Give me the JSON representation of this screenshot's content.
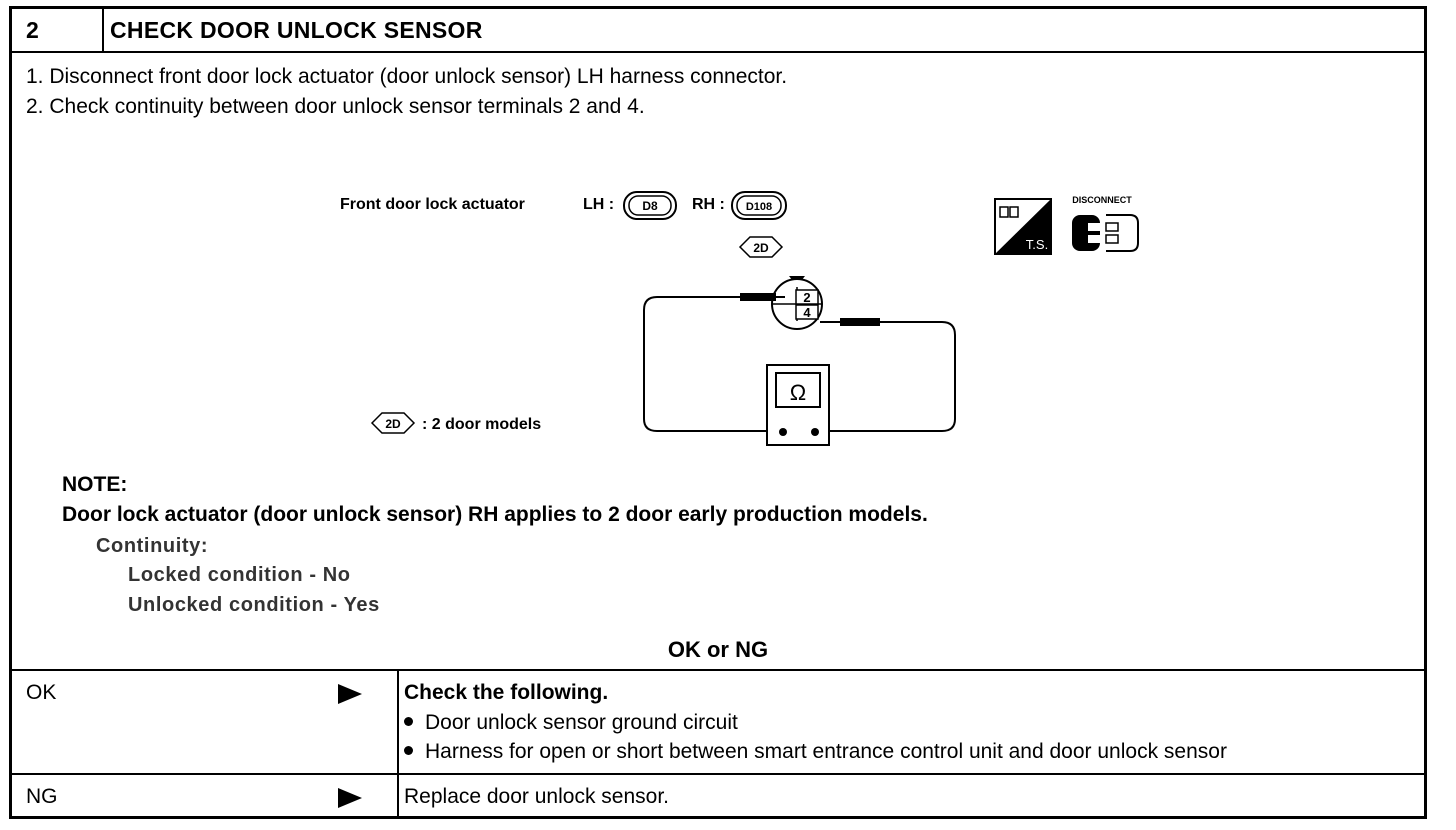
{
  "header": {
    "step_number": "2",
    "title": "CHECK DOOR UNLOCK SENSOR"
  },
  "steps": [
    "1.  Disconnect front door lock actuator (door unlock sensor) LH harness connector.",
    "2.  Check continuity between door unlock sensor terminals 2 and 4."
  ],
  "diagram": {
    "label": "Front door lock actuator",
    "lh_prefix": "LH :",
    "lh_code": "D8",
    "rh_prefix": "RH :",
    "rh_code": "D108",
    "badge_2d": "2D",
    "terminal_top": "2",
    "terminal_bottom": "4",
    "meter_symbol": "Ω",
    "legend_badge": "2D",
    "legend_text": ": 2 door models",
    "icon_ts_text": "T.S.",
    "icon_disconnect_text": "DISCONNECT"
  },
  "note": {
    "heading": "NOTE:",
    "text": "Door lock actuator (door unlock sensor) RH applies to 2 door early production models."
  },
  "continuity": {
    "label": "Continuity:",
    "locked": "Locked condition - No",
    "unlocked": "Unlocked condition - Yes"
  },
  "result_label": "OK or NG",
  "results": {
    "ok": {
      "label": "OK",
      "heading": "Check the following.",
      "items": [
        "Door unlock sensor ground circuit",
        "Harness for open or short between smart entrance control unit and door unlock sensor"
      ]
    },
    "ng": {
      "label": "NG",
      "action": "Replace door unlock sensor."
    }
  }
}
